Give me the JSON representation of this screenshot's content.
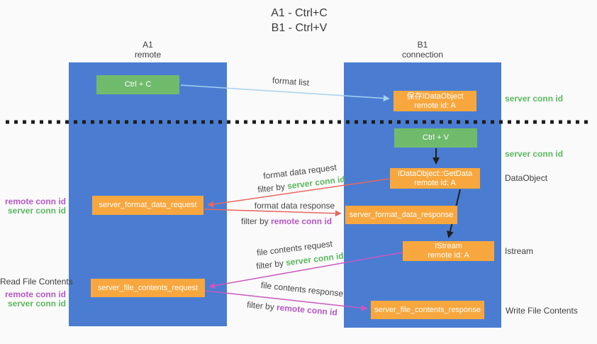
{
  "title": {
    "line1": "A1 - Ctrl+C",
    "line2": "B1 - Ctrl+V"
  },
  "lanes": {
    "left": {
      "name": "A1",
      "subtitle": "remote"
    },
    "right": {
      "name": "B1",
      "subtitle": "connection"
    }
  },
  "nodes": {
    "ctrl_c": {
      "label": "Ctrl + C"
    },
    "save_dataobject": {
      "line1": "保存IDataObject",
      "line2": "remote id: A"
    },
    "ctrl_v": {
      "label": "Ctrl + V"
    },
    "getdata": {
      "line1": "IDataObject::GetData",
      "line2": "remote id: A"
    },
    "format_data_request": {
      "label": "server_format_data_request"
    },
    "format_data_response": {
      "label": "server_format_data_response"
    },
    "istream": {
      "line1": "IStream",
      "line2": "remote id: A"
    },
    "file_contents_request": {
      "label": "server_file_contents_request"
    },
    "file_contents_response": {
      "label": "server_file_contents_response"
    }
  },
  "side_labels": {
    "server_conn_id_top": "server conn id",
    "server_conn_id_mid": "server conn id",
    "dataobject": "DataObject",
    "istream": "Istream",
    "write_file_contents": "Write File Contents",
    "read_file_contents": "Read File Contents",
    "pair1": {
      "remote": "remote conn id",
      "server": "server conn id"
    },
    "pair2": {
      "remote": "remote conn id",
      "server": "server conn id"
    }
  },
  "arrow_labels": {
    "format_list": "format list",
    "format_data_request": "format data request",
    "filter_by_1": "filter by ",
    "filter_server_1": "server conn id",
    "format_data_response": "format data response",
    "filter_by_2": "filter by ",
    "filter_remote_2": "remote conn id",
    "file_contents_request": "file contents request",
    "filter_by_3": "filter by ",
    "filter_server_3": "server conn id",
    "file_contents_response": "file contents response",
    "filter_by_4": "filter by ",
    "filter_remote_4": "remote conn id"
  },
  "colors": {
    "lane_blue": "#4a7dd2",
    "box_orange": "#f7a73e",
    "box_green": "#6fbb6c",
    "text_green": "#5cb85f",
    "text_purple": "#b557c5",
    "arrow_red": "#e8685e",
    "arrow_magenta": "#c958c0",
    "arrow_lightblue": "#a5d2f1",
    "arrow_black": "#1f1f1f"
  }
}
